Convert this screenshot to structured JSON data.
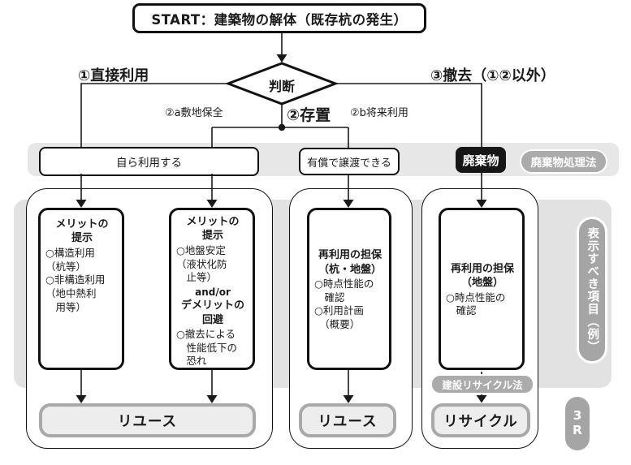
{
  "colors": {
    "line": "#1a1a1a",
    "band_gray": "#e7e7e7",
    "panel_gray": "#e2e2e2",
    "pill_gray": "#ababab",
    "waste_black": "#161616",
    "outcome_fill": "#ededed",
    "outcome_border": "#a9a9a9"
  },
  "start": {
    "label": "START：建築物の解体（既存杭の発生）"
  },
  "decision": {
    "label": "判断"
  },
  "branches": {
    "direct_use": "①直接利用",
    "retain": "②存置",
    "retain_a": "②a敷地保全",
    "retain_b": "②b将来利用",
    "removal": "③撤去（①②以外）"
  },
  "band": {
    "self_use": "自ら利用する",
    "transfer": "有償で譲渡できる",
    "waste": "廃棄物",
    "waste_law": "廃棄物処理法"
  },
  "columns": [
    {
      "title": "メリットの\n提示",
      "body": "○構造利用\n（杭等）\n○非構造利用\n（地中熱利\n　用等）"
    },
    {
      "title": "メリットの\n提示",
      "body": "○地盤安定\n（液状化防\n　止等）",
      "connector": "and/or",
      "title2": "デメリットの\n回避",
      "body2": "○撤去による\n　性能低下の\n　恐れ"
    },
    {
      "title": "再利用の担保\n（杭・地盤）",
      "body": "○時点性能の\n　確認\n○利用計画\n　（概要）"
    },
    {
      "title": "再利用の担保\n（地盤）",
      "body": "○時点性能の\n　確認"
    }
  ],
  "outcomes": {
    "reuse_left": "リユース",
    "reuse_mid": "リユース",
    "recycle": "リサイクル"
  },
  "labels": {
    "recycle_law": "建設リサイクル法",
    "side": "表示すべき項目（例）",
    "three_r": "3\nR"
  }
}
